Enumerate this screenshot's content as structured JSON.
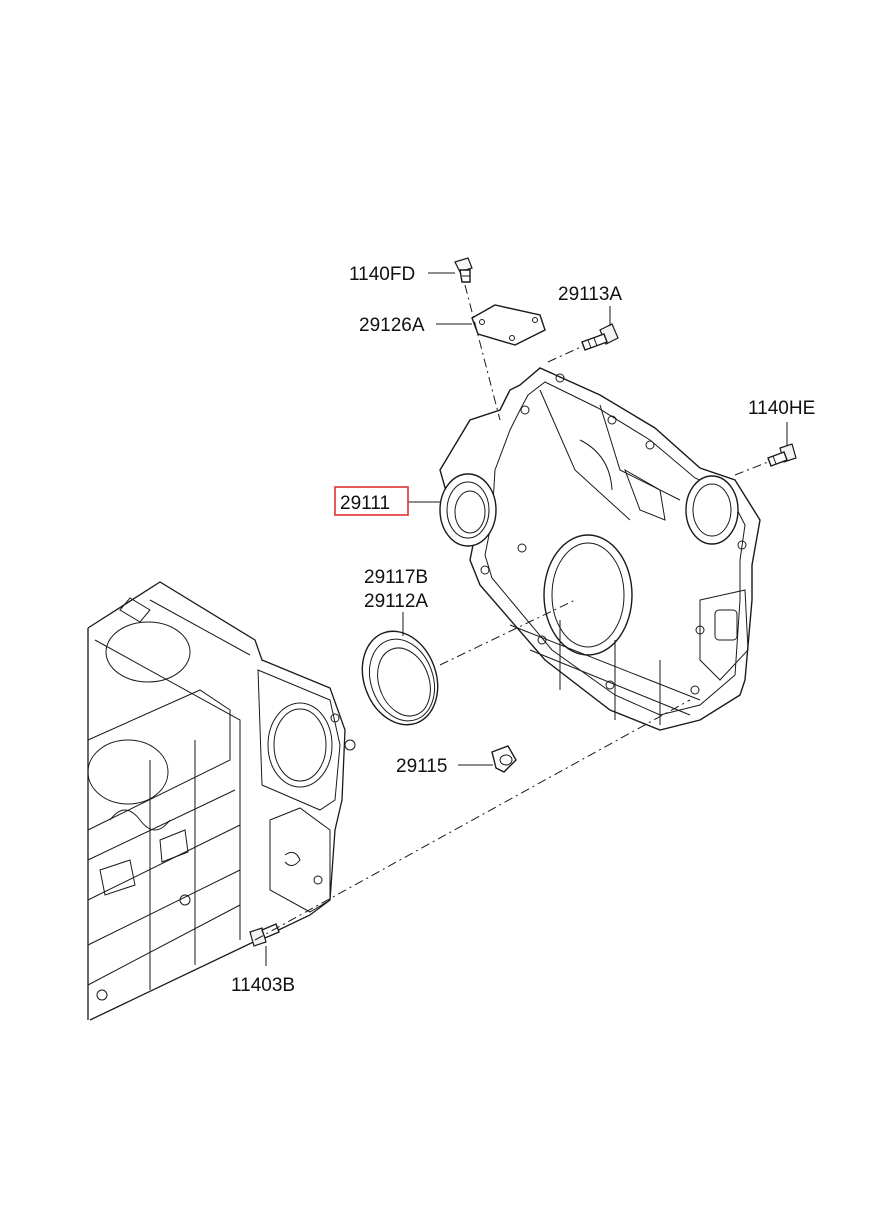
{
  "highlight_color": "#e0312f",
  "callouts": {
    "bolt_top": "1140FD",
    "cover_plate": "29126A",
    "bolt_cover": "29113A",
    "bolt_right": "1140HE",
    "timing_cover": "29111",
    "oil_seal_a": "29117B",
    "oil_seal_b": "29112A",
    "dowel": "29115",
    "bolt_bottom": "11403B"
  }
}
